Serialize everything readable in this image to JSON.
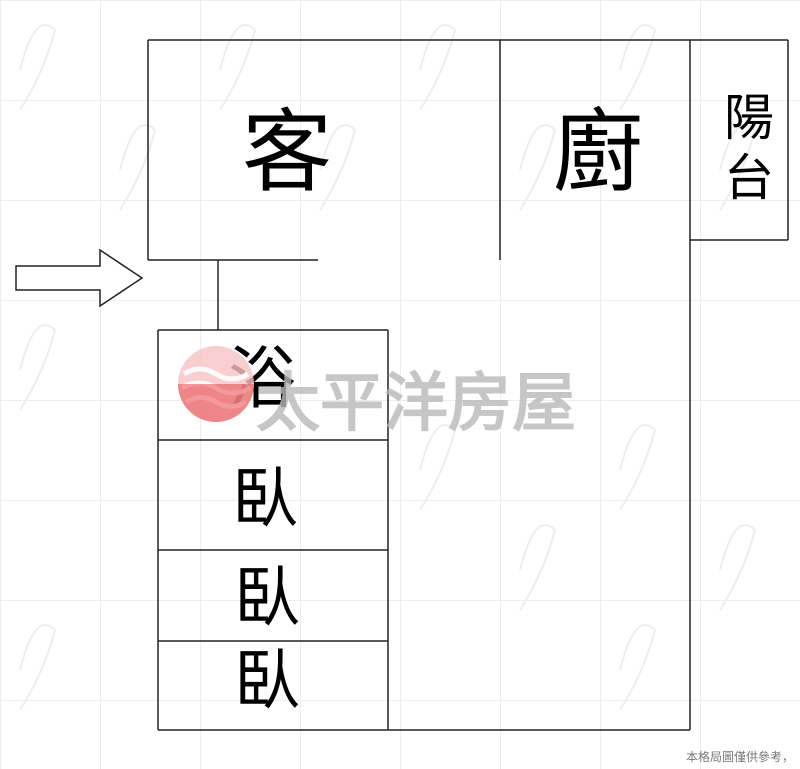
{
  "rooms": {
    "living": "客",
    "kitchen": "廚",
    "balcony": "陽台",
    "bath": "浴",
    "bedroom_1": "臥",
    "bedroom_2": "臥",
    "bedroom_3": "臥"
  },
  "watermark": {
    "brand": "太平洋房屋",
    "logo_colors": [
      "#e5484d",
      "#f08a8c"
    ]
  },
  "disclaimer": "本格局圖僅供參考，",
  "colors": {
    "wall": "#222222",
    "grid": "#ececec"
  }
}
